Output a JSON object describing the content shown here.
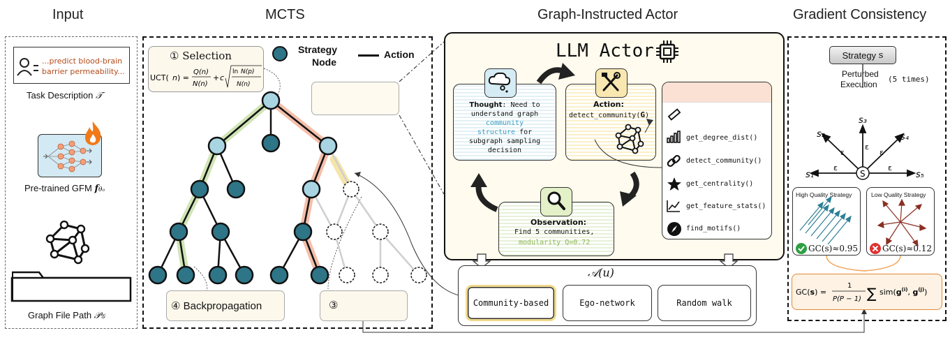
{
  "headers": {
    "input": "Input",
    "mcts": "MCTS",
    "actor": "Graph-Instructed Actor",
    "gradient": "Gradient Consistency"
  },
  "input": {
    "task_text_line1": "...predict blood-brain",
    "task_text_line2": "barrier permeability...",
    "task_label": "Task Description",
    "task_symbol": "𝒯",
    "gfm_label": "Pre-trained GFM",
    "gfm_symbol": "f",
    "gfm_subscript": "θ₀",
    "graph_label": "Graph File Path",
    "graph_symbol": "𝒫",
    "graph_subscript": "𝒢"
  },
  "mcts": {
    "selection_title": "① Selection",
    "uct_formula": "UCT(n) = Q(n)/N(n) + c √(ln N(p) / N(n))",
    "legend_node_line1": "Strategy",
    "legend_node_line2": "Node",
    "legend_action": "Action",
    "backprop_label": "④ Backpropagation",
    "expansion_label": "③",
    "colors": {
      "dark_node": "#2e7587",
      "light_node": "#a9d5e3",
      "selection_path": "#f2b49b",
      "backprop_path": "#c8e0a8",
      "expansion_path": "#f3e19a"
    }
  },
  "actor": {
    "title": "LLM Actor",
    "thought_bold": "Thought",
    "thought_line1": ": Need to",
    "thought_line2": "understand graph",
    "thought_line3": "community",
    "thought_line4": "structure",
    "thought_line4b": " for",
    "thought_line5": "subgraph sampling",
    "thought_line6": "decision",
    "action_title": "Action:",
    "action_call": "detect_community(",
    "action_arg": "G",
    "action_close": ")",
    "tools": [
      "get_degree_dist()",
      "detect_community()",
      "get_centrality()",
      "get_feature_stats()",
      "find_motifs()"
    ],
    "obs_title": "Observation:",
    "obs_line1": "Find 5 communities,",
    "obs_line2": "modularity Q=0.72",
    "action_space_label": "𝒜(u)",
    "options": [
      "Community-based",
      "Ego-network",
      "Random walk"
    ]
  },
  "gradient": {
    "strategy_label": "Strategy",
    "strategy_symbol": "s",
    "perturbed_line1": "Perturbed",
    "perturbed_line2": "Execution",
    "times": "(5 times)",
    "star_labels": [
      "s₁",
      "s₂",
      "s₃",
      "s₄",
      "s₅"
    ],
    "epsilon": "ε",
    "center": "S",
    "high_title": "High Quality Strategy",
    "low_title": "Low Quality Strategy",
    "high_score": "GC(s)≈0.95",
    "low_score": "GC(s)≈0.12",
    "formula_lhs": "GC(s) =",
    "formula_num": "1",
    "formula_den": "P(P − 1)",
    "formula_sum": "∑",
    "formula_rhs": "sim(g(i), g(j))",
    "colors": {
      "high_arrow": "#2b7f95",
      "low_arrow": "#8a2f24",
      "check": "#2ea043",
      "cross": "#e03030",
      "formula_box": "#fdf2e4"
    }
  }
}
